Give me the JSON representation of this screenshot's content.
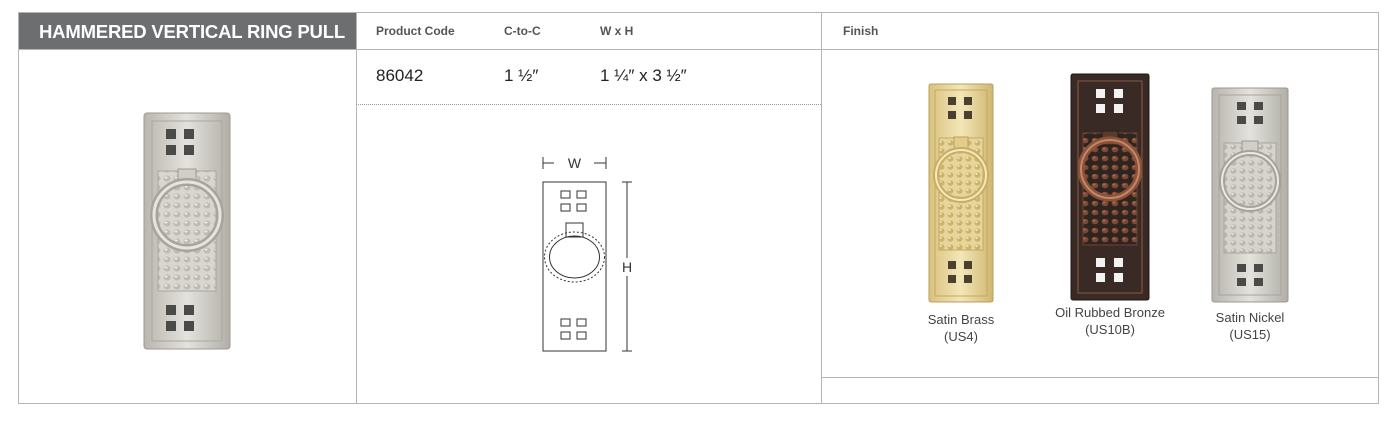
{
  "title": "HAMMERED VERTICAL RING PULL",
  "specs": {
    "headers": {
      "product_code": "Product Code",
      "ctoc": "C-to-C",
      "wxh": "W x H"
    },
    "values": {
      "product_code": "86042",
      "ctoc": "1 ½″",
      "wxh": "1 ¼″ x 3 ½″"
    }
  },
  "diagram": {
    "width_label": "W",
    "height_label": "H"
  },
  "finish": {
    "header": "Finish",
    "items": [
      {
        "name": "Satin Brass",
        "code": "(US4)",
        "color": "#e8d59b"
      },
      {
        "name": "Oil Rubbed Bronze",
        "code": "(US10B)",
        "color": "#3a2a25"
      },
      {
        "name": "Satin Nickel",
        "code": "(US15)",
        "color": "#c9c7c0"
      }
    ]
  },
  "colors": {
    "header_bar": "#6d6e70",
    "border": "#b5b5b5"
  }
}
